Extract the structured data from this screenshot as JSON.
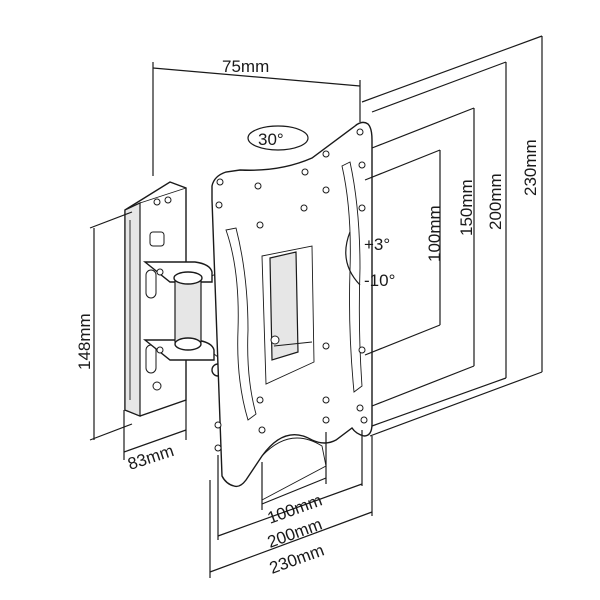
{
  "dimensions": {
    "arm_extension": "75mm",
    "swivel": "30°",
    "tilt_up": "+3°",
    "tilt_down": "-10°",
    "vesa_v_100": "100mm",
    "vesa_v_150": "150mm",
    "vesa_v_200": "200mm",
    "vesa_v_230": "230mm",
    "wall_plate_height": "148mm",
    "wall_plate_width": "83mm",
    "vesa_h_100": "100mm",
    "vesa_h_200": "200mm",
    "vesa_h_230": "230mm"
  }
}
